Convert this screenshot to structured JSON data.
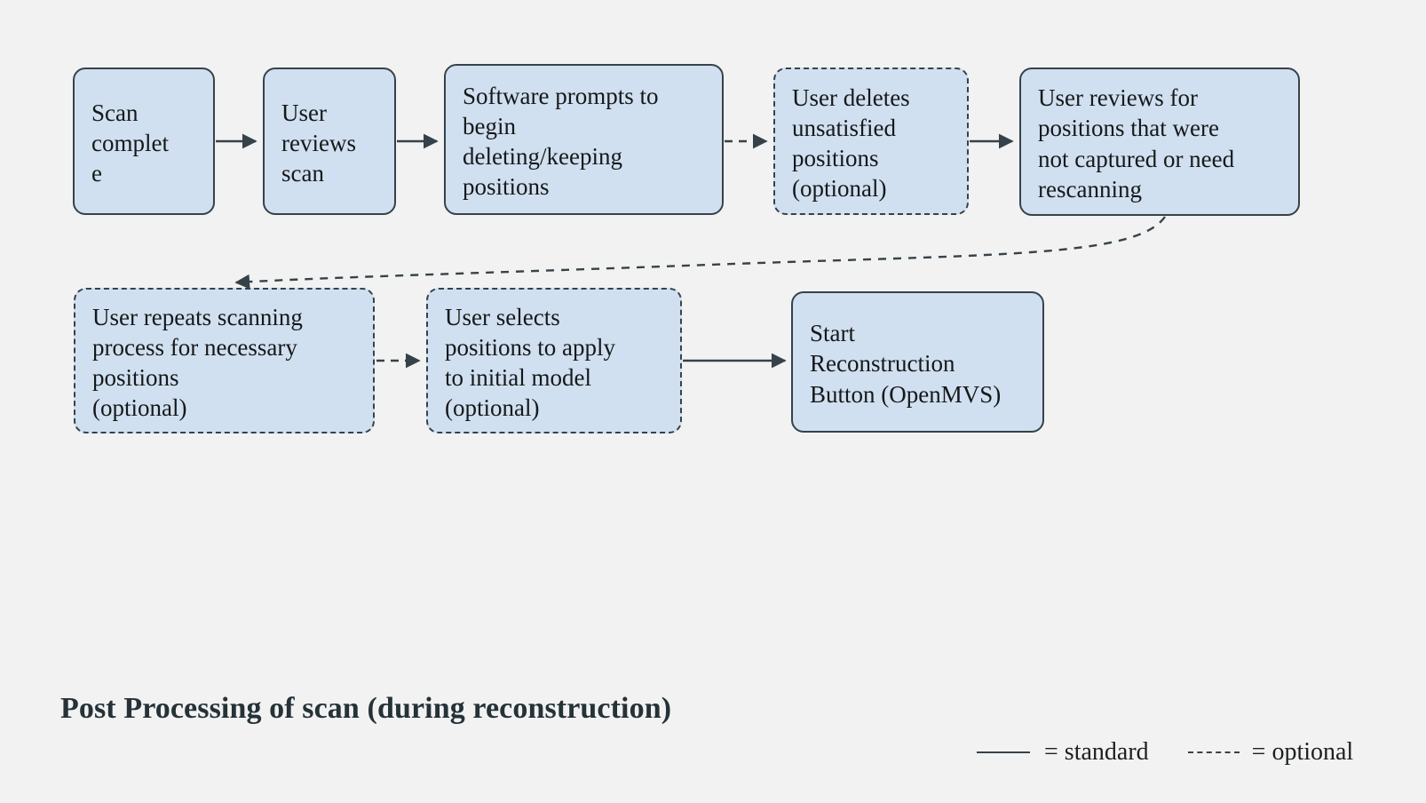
{
  "diagram": {
    "title": "Post Processing of scan (during reconstruction)",
    "colors": {
      "background": "#f2f2f2",
      "node_fill": "#d0e0f0",
      "node_stroke": "#36424a",
      "text": "#16181a",
      "title_text": "#253238"
    },
    "nodes": [
      {
        "id": "scan-complete",
        "label": "Scan\ncomplet\ne",
        "style": "standard"
      },
      {
        "id": "user-reviews-scan",
        "label": "User\nreviews\nscan",
        "style": "standard"
      },
      {
        "id": "software-prompts",
        "label": "Software prompts to\nbegin\ndeleting/keeping\npositions",
        "style": "standard"
      },
      {
        "id": "user-deletes",
        "label": "User deletes\nunsatisfied\npositions\n(optional)",
        "style": "optional"
      },
      {
        "id": "user-reviews-pos",
        "label": "User reviews for\npositions that were\nnot captured or need\nrescanning",
        "style": "standard"
      },
      {
        "id": "user-repeats",
        "label": "User repeats scanning\nprocess for necessary\npositions\n(optional)",
        "style": "optional"
      },
      {
        "id": "user-selects",
        "label": "User selects\npositions to apply\nto initial model\n(optional)",
        "style": "optional"
      },
      {
        "id": "start-recon",
        "label": "Start\nReconstruction\nButton (OpenMVS)",
        "style": "standard"
      }
    ],
    "edges": [
      {
        "from": "scan-complete",
        "to": "user-reviews-scan",
        "style": "standard"
      },
      {
        "from": "user-reviews-scan",
        "to": "software-prompts",
        "style": "standard"
      },
      {
        "from": "software-prompts",
        "to": "user-deletes",
        "style": "optional"
      },
      {
        "from": "user-deletes",
        "to": "user-reviews-pos",
        "style": "standard"
      },
      {
        "from": "user-reviews-pos",
        "to": "user-repeats",
        "style": "optional"
      },
      {
        "from": "user-repeats",
        "to": "user-selects",
        "style": "optional"
      },
      {
        "from": "user-selects",
        "to": "start-recon",
        "style": "standard"
      }
    ]
  },
  "legend": {
    "standard_label": "= standard",
    "optional_label": "= optional"
  }
}
